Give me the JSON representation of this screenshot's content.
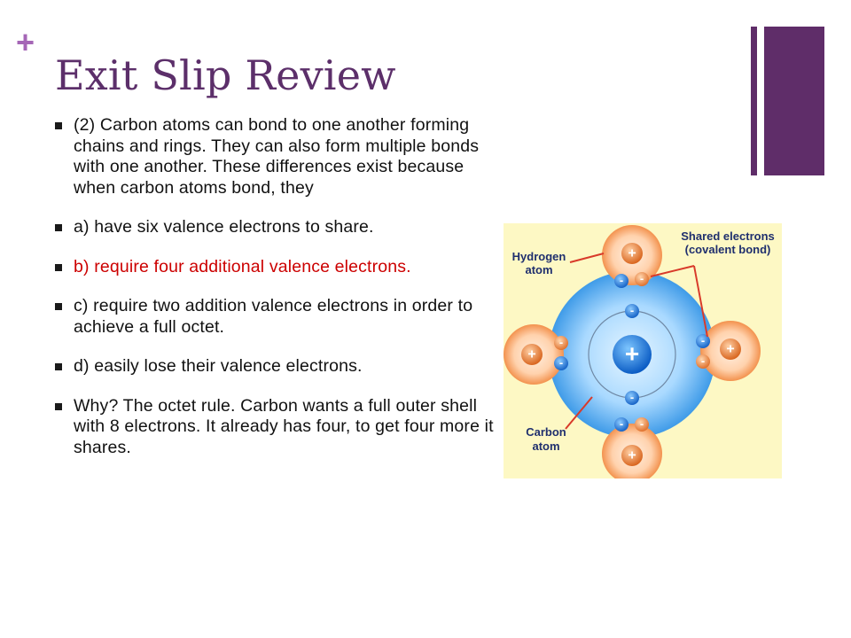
{
  "slide": {
    "plus_mark": "+",
    "title": "Exit Slip Review",
    "bullets": [
      {
        "text": "(2) Carbon atoms can bond to one another forming chains and rings.  They can also form multiple bonds with one another.  These differences exist because when carbon atoms bond, they",
        "highlight": false
      },
      {
        "text": "a) have six valence electrons to share.",
        "highlight": false
      },
      {
        "text": "b) require four additional valence electrons.",
        "highlight": true
      },
      {
        "text": "c) require two addition valence electrons in order to achieve a full octet.",
        "highlight": false
      },
      {
        "text": "d) easily lose their valence electrons.",
        "highlight": false
      },
      {
        "text": "Why?  The octet rule.  Carbon wants a full outer shell with 8 electrons.  It already has four, to get four more it shares.",
        "highlight": false
      }
    ]
  },
  "diagram": {
    "labels": {
      "hydrogen_line1": "Hydrogen",
      "hydrogen_line2": "atom",
      "shared_line1": "Shared electrons",
      "shared_line2": "(covalent bond)",
      "carbon_line1": "Carbon",
      "carbon_line2": "atom"
    },
    "symbols": {
      "plus": "+",
      "minus": "-"
    },
    "colors": {
      "background": "#fdf8c4",
      "accent": "#5f2d69",
      "title": "#5c2f6a",
      "highlight_text": "#cc0000",
      "label_text": "#1f2f6e",
      "leader_line": "#d83a2a"
    }
  }
}
